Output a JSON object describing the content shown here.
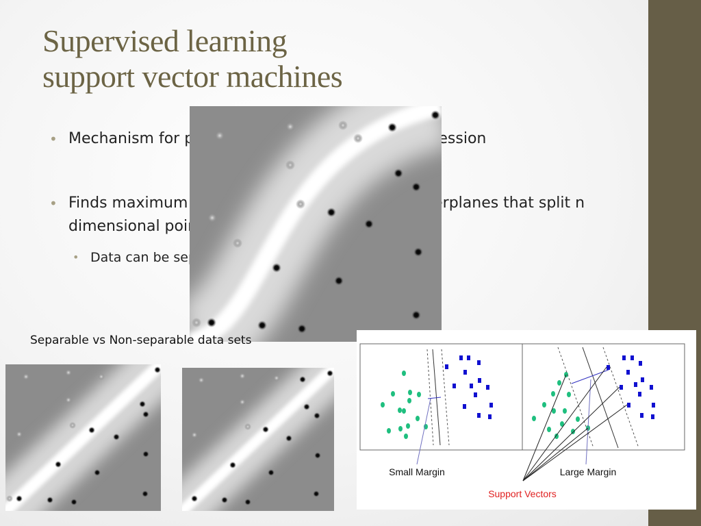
{
  "slide": {
    "title_line1": "Supervised learning",
    "title_line2": "support vector machines",
    "colors": {
      "title": "#6c6445",
      "side_bar": "#665e47",
      "bullet": "#a7a085"
    }
  },
  "bullets": [
    {
      "level": 1,
      "text": "Mechanism for performing classification and regression"
    },
    {
      "level": 1,
      "text": "Finds maximum separation margin between hyperplanes that split n dimensional point sets"
    },
    {
      "level": 2,
      "text": "Data can be separable or non-separable"
    }
  ],
  "caption": "Separable vs Non-separable data sets",
  "figure": {
    "left_panel_label": "Small Margin",
    "right_panel_label": "Large Margin",
    "support_vectors_label": "Support Vectors",
    "colors": {
      "class_a": "#1fbf7f",
      "class_b": "#1010d0",
      "support_label": "#e02020"
    }
  },
  "icons": {
    "bullet": "bullet-dot-icon"
  }
}
